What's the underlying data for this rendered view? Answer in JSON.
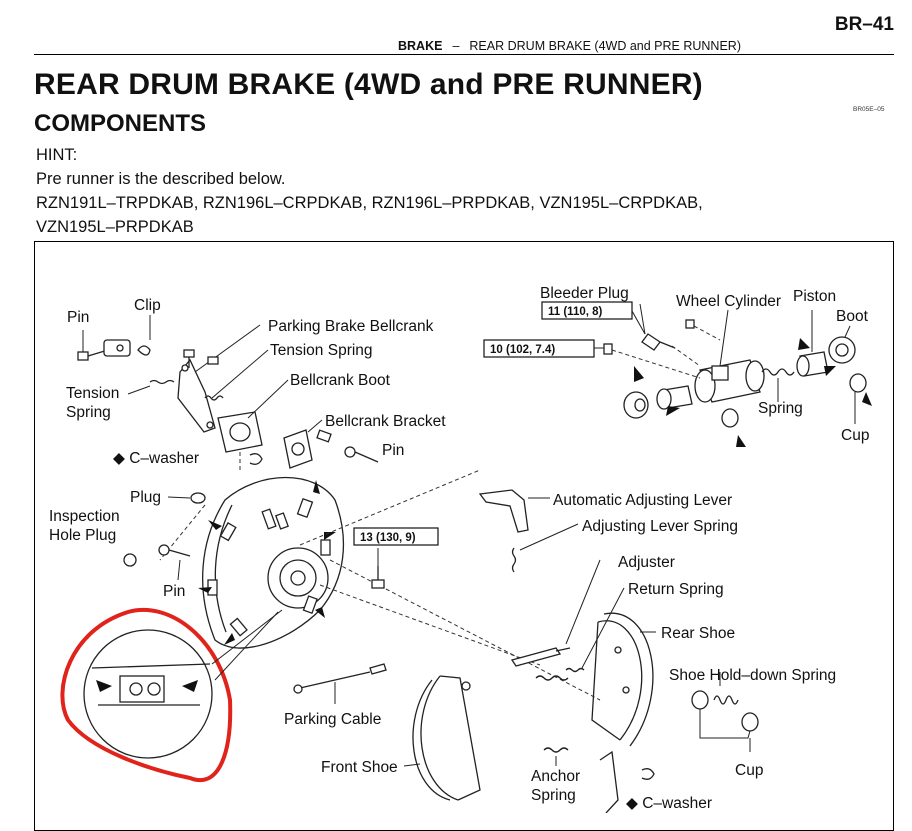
{
  "page_number": "BR–41",
  "header": {
    "section": "BRAKE",
    "separator": "–",
    "topic": "REAR DRUM BRAKE (4WD and PRE RUNNER)"
  },
  "title": "REAR DRUM BRAKE (4WD and PRE RUNNER)",
  "subtitle": "COMPONENTS",
  "figure_code": "BR05E–05",
  "hint_label": "HINT:",
  "hint_text": "Pre runner is the described below.",
  "models_line1": "RZN191L–TRPDKAB, RZN196L–CRPDKAB, RZN196L–PRPDKAB, VZN195L–CRPDKAB,",
  "models_line2": "VZN195L–PRPDKAB",
  "diagram": {
    "labels": {
      "pin_top": "Pin",
      "clip": "Clip",
      "parking_brake_bellcrank": "Parking Brake Bellcrank",
      "tension_spring_top": "Tension Spring",
      "tension_spring_left_1": "Tension",
      "tension_spring_left_2": "Spring",
      "bellcrank_boot": "Bellcrank Boot",
      "bellcrank_bracket": "Bellcrank Bracket",
      "c_washer_top": "◆ C–washer",
      "pin_right": "Pin",
      "plug": "Plug",
      "inspection_hole_plug_1": "Inspection",
      "inspection_hole_plug_2": "Hole Plug",
      "pin_bottom": "Pin",
      "bleeder_plug": "Bleeder Plug",
      "wheel_cylinder": "Wheel Cylinder",
      "piston": "Piston",
      "boot": "Boot",
      "spring": "Spring",
      "cup_top": "Cup",
      "automatic_adjusting_lever": "Automatic Adjusting Lever",
      "adjusting_lever_spring": "Adjusting Lever Spring",
      "adjuster": "Adjuster",
      "return_spring": "Return Spring",
      "rear_shoe": "Rear Shoe",
      "shoe_hold_down_spring": "Shoe Hold–down Spring",
      "cup_bottom": "Cup",
      "parking_cable": "Parking Cable",
      "front_shoe": "Front Shoe",
      "anchor_spring_1": "Anchor",
      "anchor_spring_2": "Spring",
      "c_washer_bottom": "◆ C–washer"
    },
    "torque": {
      "bleeder": "11 (110, 8)",
      "cylinder": "10 (102, 7.4)",
      "backing_plate": "13 (130, 9)"
    },
    "colors": {
      "highlight_circle": "#e0241b",
      "line": "#222222"
    }
  }
}
